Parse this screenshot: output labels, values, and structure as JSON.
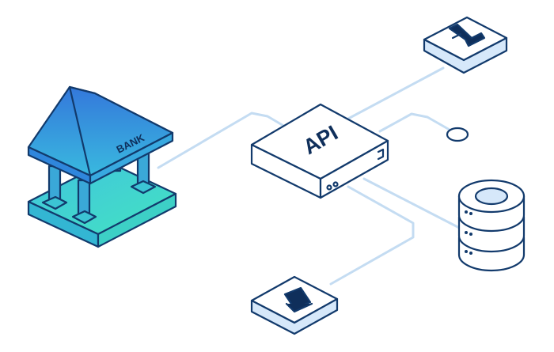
{
  "diagram": {
    "bank": {
      "label": "BANK"
    },
    "api_box": {
      "label": "API"
    },
    "nodes": [
      {
        "id": "bank",
        "icon": "bank-building-icon"
      },
      {
        "id": "api",
        "icon": "api-box-icon"
      },
      {
        "id": "arweave-like",
        "icon": "lambda-logo-icon"
      },
      {
        "id": "endpoint",
        "icon": "endpoint-circle-icon"
      },
      {
        "id": "database",
        "icon": "database-icon"
      },
      {
        "id": "ethereum",
        "icon": "ethereum-logo-icon"
      }
    ],
    "colors": {
      "outline": "#123a6c",
      "connector": "#c4dcf2",
      "bank_roof_top": "#2f7fd8",
      "bank_base": "#3fd6c8",
      "tile_fill": "#ffffff",
      "tile_side": "#d6e8fa"
    }
  }
}
